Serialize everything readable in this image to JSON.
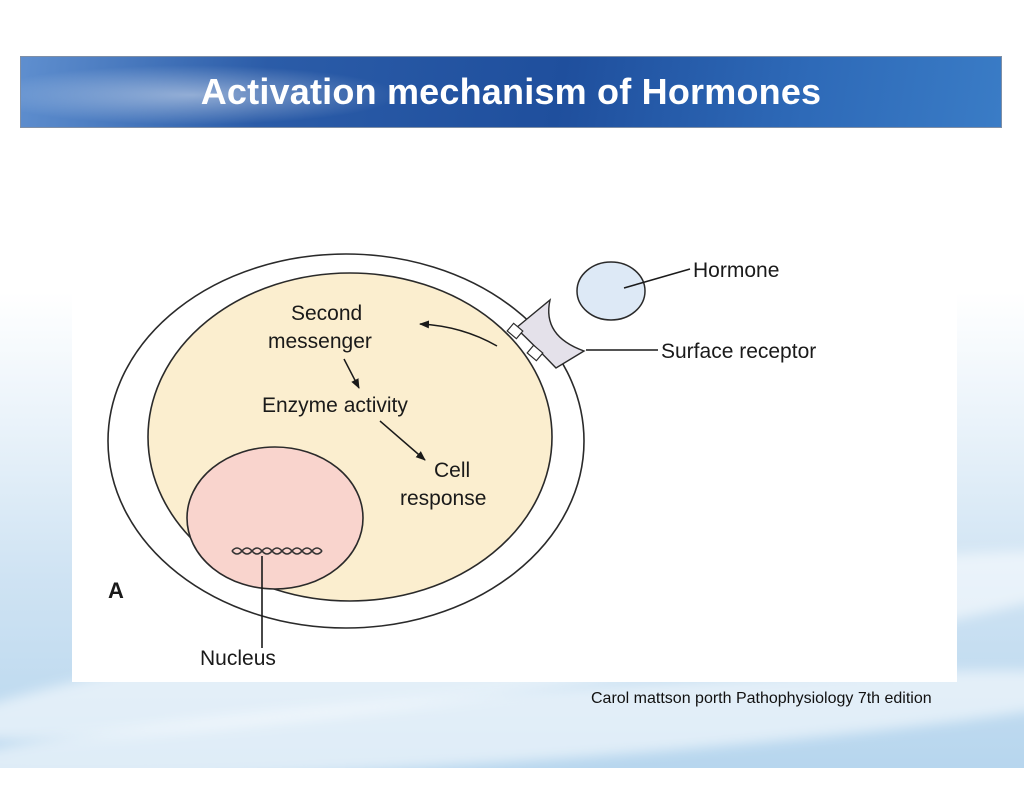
{
  "slide": {
    "title": "Activation mechanism of Hormones",
    "citation": "Carol mattson porth Pathophysiology 7th edition"
  },
  "diagram": {
    "panel_letter": "A",
    "labels": {
      "hormone": "Hormone",
      "surface_receptor": "Surface receptor",
      "second_messenger_line1": "Second",
      "second_messenger_line2": "messenger",
      "enzyme_activity": "Enzyme activity",
      "cell_response_line1": "Cell",
      "cell_response_line2": "response",
      "nucleus": "Nucleus"
    },
    "colors": {
      "cytoplasm": "#fbeecf",
      "nucleus": "#f9d4cd",
      "hormone": "#dde9f6",
      "receptor": "#e4e1ea",
      "outline": "#2a2a2a"
    }
  }
}
